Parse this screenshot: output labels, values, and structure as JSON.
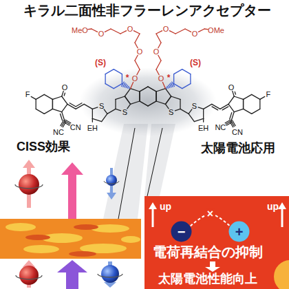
{
  "diagram": {
    "title": "キラル二面性非フラーレンアクセプター",
    "nodes": [
      {
        "text": [
          "電荷再結合の抑制",
          "太陽電池性能向上"
        ]
      },
      {
        "text": [
          "−"
        ],
        "in": 0
      },
      {
        "text": [
          "+"
        ],
        "in": 0
      }
    ],
    "edges": [
      {
        "from": 1,
        "to": 2,
        "label": "×",
        "arrow": "none"
      }
    ],
    "labels": [
      "MeO",
      "O",
      "O",
      "O",
      "O",
      "O",
      "O",
      "O",
      "O",
      "OMe",
      "(S)",
      "*",
      "*",
      "(S)",
      "F",
      "O",
      "NC",
      "CN",
      "EH",
      "S",
      "S",
      "S",
      "S",
      "EH",
      "NC",
      "CN",
      "O",
      "F",
      "CISS効果",
      "太陽電池応用",
      "up",
      "up"
    ]
  }
}
